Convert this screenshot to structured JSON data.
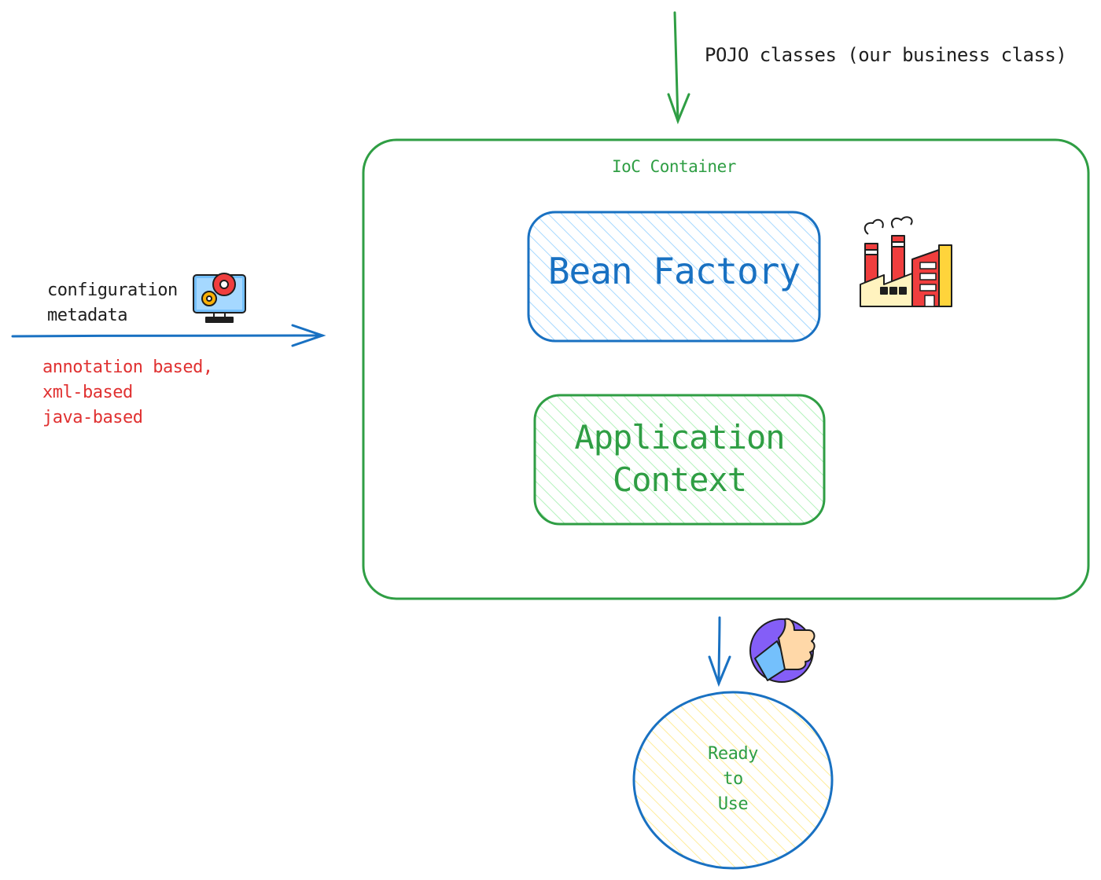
{
  "pojo_label": "POJO classes (our business class)",
  "container": {
    "title": "IoC Container"
  },
  "bean_factory": {
    "label": "Bean Factory",
    "icon": "factory-icon"
  },
  "application_context": {
    "lines": [
      "Application",
      "Context"
    ]
  },
  "config": {
    "lines": [
      "configuration",
      "metadata"
    ],
    "icon": "monitor-gears-icon",
    "formats": [
      "annotation based,",
      "xml-based",
      "java-based"
    ]
  },
  "output": {
    "lines": [
      "Ready",
      "to",
      "Use"
    ],
    "icon": "thumbs-up-icon"
  },
  "colors": {
    "green": "#2f9e44",
    "blue": "#1971c2",
    "red": "#e03131",
    "light_blue": "#a5d8ff",
    "light_green": "#b2f2bb",
    "light_yellow": "#ffec99"
  }
}
